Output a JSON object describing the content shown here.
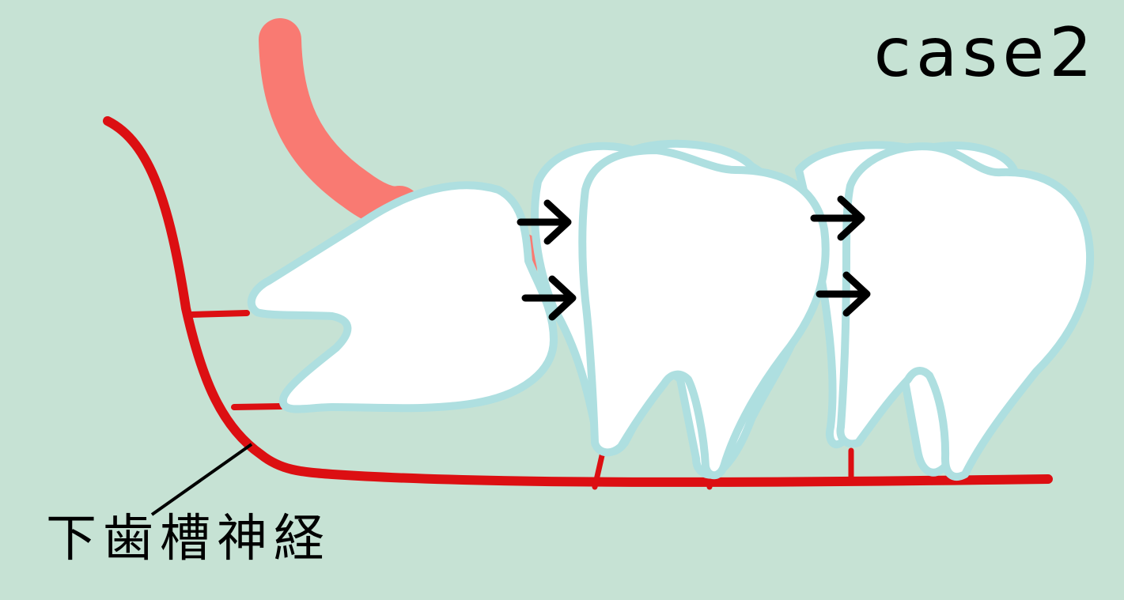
{
  "title": "case2",
  "nerve_label": "下歯槽神経",
  "colors": {
    "background": "#c6e2d4",
    "nerve": "#dc0f12",
    "gum": "#f97a72",
    "tooth_fill": "#ffffff",
    "tooth_outline": "#aedfe0",
    "arrow": "#000000"
  },
  "elements": {
    "teeth": [
      "impacted-wisdom-tooth",
      "second-molar",
      "first-molar"
    ],
    "arrows": 4,
    "arrow_direction": "right"
  }
}
